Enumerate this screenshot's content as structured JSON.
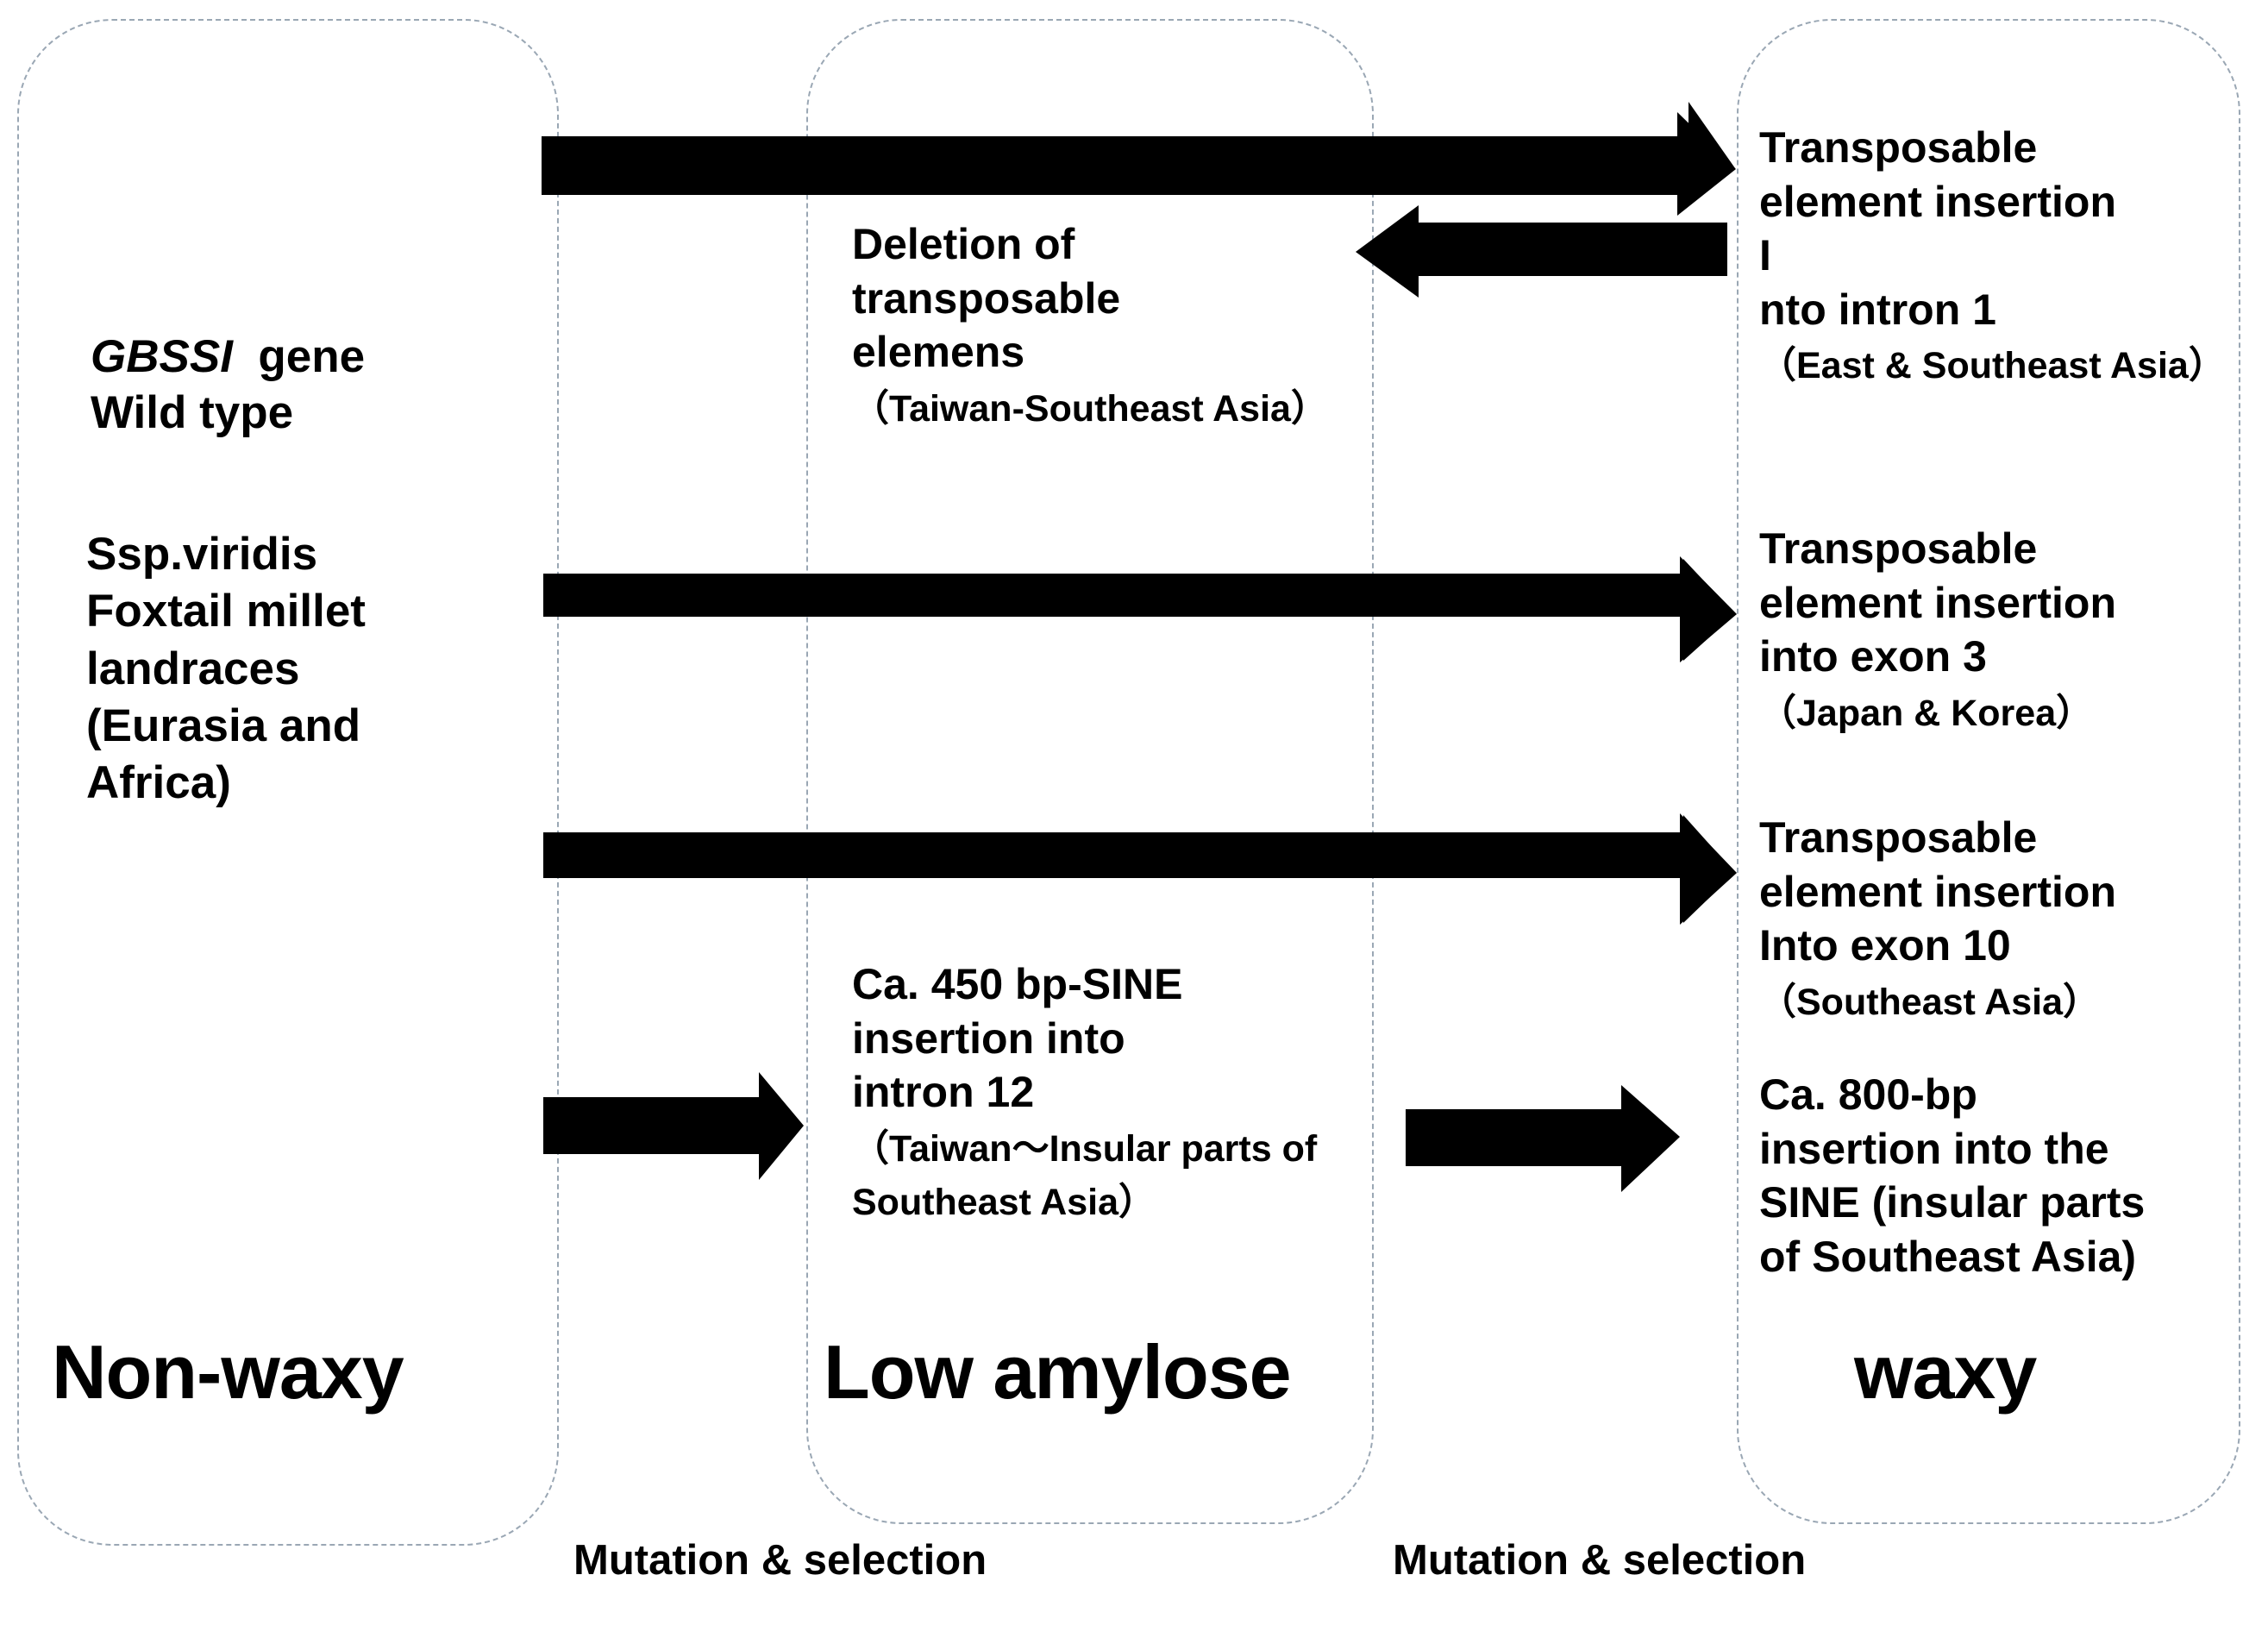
{
  "diagram": {
    "title_implicit": "GBSSI gene waxy evolution pathway in foxtail millet",
    "boxes": [
      {
        "id": "non-waxy",
        "phenotype_label": "Non-waxy"
      },
      {
        "id": "low-amylose",
        "phenotype_label": "Low amylose"
      },
      {
        "id": "waxy",
        "phenotype_label": "waxy"
      }
    ],
    "non_waxy": {
      "gene_line_italic": "GBSSI",
      "gene_line_rest": "  gene",
      "gene_line2": "Wild type",
      "origin_text": "Ssp.viridis\nFoxtail millet\nlandraces\n(Eurasia and\nAfrica)"
    },
    "low_amylose": {
      "deletion_main": "Deletion of\ntransposable\nelemens\n",
      "deletion_region": "（Taiwan-Southeast Asia）",
      "sine_main": "Ca. 450 bp-SINE\ninsertion into\nintron 12\n",
      "sine_region": "（Taiwan〜Insular parts of Southeast Asia）"
    },
    "waxy": {
      "intron1_main": "Transposable\nelement insertion\nI\nnto intron 1\n",
      "intron1_region": "（East & Southeast Asia）",
      "exon3_main": "Transposable\nelement insertion\ninto exon 3\n",
      "exon3_region": "（Japan & Korea）",
      "exon10_main": "Transposable\nelement insertion\nInto exon 10\n",
      "exon10_region": "（Southeast Asia）",
      "sine800_text": "Ca. 800-bp\ninsertion into the\nSINE (insular parts\nof Southeast Asia)"
    },
    "transitions": {
      "mutation_selection_left": "Mutation\n& selection",
      "mutation_selection_right": "Mutation\n& selection"
    },
    "colors": {
      "arrow": "#000000",
      "box_border": "#9aa7b4",
      "text": "#000000",
      "background": "#ffffff"
    },
    "arrows": [
      {
        "name": "nonwaxy-to-waxy-intron1",
        "direction": "right",
        "from": "non-waxy",
        "to": "waxy"
      },
      {
        "name": "waxy-to-lowamylose-deletion",
        "direction": "left",
        "from": "waxy",
        "to": "low-amylose"
      },
      {
        "name": "nonwaxy-to-waxy-exon3",
        "direction": "right",
        "from": "non-waxy",
        "to": "waxy"
      },
      {
        "name": "nonwaxy-to-waxy-exon10",
        "direction": "right",
        "from": "non-waxy",
        "to": "waxy"
      },
      {
        "name": "nonwaxy-to-lowamylose",
        "direction": "right",
        "from": "non-waxy",
        "to": "low-amylose"
      },
      {
        "name": "lowamylose-to-waxy",
        "direction": "right",
        "from": "low-amylose",
        "to": "waxy"
      }
    ]
  }
}
